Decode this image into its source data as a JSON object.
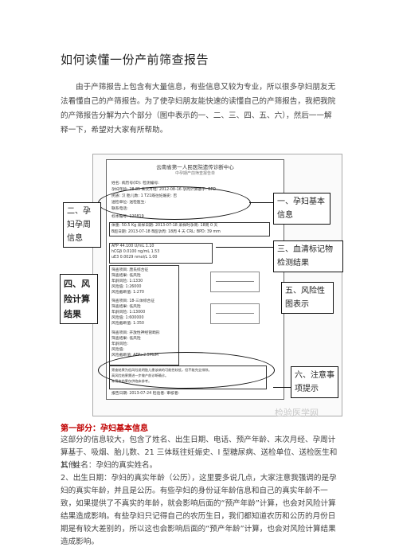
{
  "page_title": "如何读懂一份产前筛查报告",
  "intro": "由于产筛报告上包含有大量信息，有些信息又较为专业，所以很多孕妇朋友无法看懂自己的产筛报告。为了使孕妇朋友能快速的读懂自己的产筛报告，我把我院的产筛报告分解为六个部分（图中表示的一、二、三、四、五、六），然后一一解释一下，希望对大家有所帮助。",
  "report": {
    "hospital": "云南省第一人民医院遗传诊断中心",
    "subtitle": "中孕期产前筛查报告单",
    "lines": [
      "姓名:              病历号(ID):           检测编号:",
      "孕妇年龄:  28.85      末次月经:  2012-08-16       孕周计算基于:   BPD",
      "民族:   汉         胎儿数:     1         T21既往妊娠史:   否",
      "送检单位:                          送检医生:",
      "联系电话:",
      "标本编号:   120819",
      "体重:    50.5 Kg     采样日期:  2013-07-18     采样时孕周:  18周 0 天",
      "B超日期:  2013-07-18  B超孕周:   18周 4 天     CRL:        BPD:  39 mm",
      "AFP        44.100     U/mL       1.10",
      "hCGβ       0.0100     ng/mL      1.53",
      "uE3        0.0029     nmol/L     1.00",
      "筛查项目:        唐氏综合征",
      "筛查结果:        低风险",
      "年龄风险:        1:1330",
      "风险值:          1:26000",
      "风险截断值:      1:270",
      "筛查项目:        18-三体综合征",
      "筛查结果:        低风险",
      "年龄风险:        1:13000",
      "风险值:          1:600000",
      "风险截断值:      1:350",
      "筛查项目:        开放性神经管畸形",
      "筛查结果:        低风险",
      "年龄风险:",
      "风险值:",
      "风险截断值:      AFP≥2.5MoM",
      "报告日期:  2013-07-24     检验者:          审核者:"
    ],
    "footnote_1": "筛查结果为低风险说明胎儿患该病的可能性较低，但不能完全排除。",
    "footnote_2": "高风险结果需进一步做产前诊断确诊。",
    "footnote_3": "本筛查结果仅供临床参考。"
  },
  "callouts": {
    "c1": "一、孕妇基本信息",
    "c2": "二、孕妇孕周信息",
    "c3": "三、血清标记物检测结果",
    "c4": "四、风险计算结果",
    "c5": "五、风险性图表示",
    "c6": "六、注意事项提示"
  },
  "watermark": "检验医学网",
  "section1_heading": "第一部分：孕妇基本信息",
  "paragraphs": [
    "这部分的信息较大，包含了姓名、出生日期、电话、预产年龄、末次月经、孕周计算基于、吸烟、胎儿数、21 三体既往妊娠史、I 型糖尿病、送检单位、送检医生和其他。",
    "1、姓名：孕妇的真实姓名。",
    "2、出生日期：孕妇的真实年龄（公历），这里要多说几点，大家注意我强调的是孕妇的真实年龄，并且是公历。有些孕妇的身份证年龄信息和自己的真实年龄不一致，如果提供了不真实的年龄，就会影响后面的“预产年龄”计算，也会对风险计算结果造成影响。有些孕妇只记得自己的农历生日，我们都知道农历和公历的月份日期是有较大差别的，所以这也会影响后面的“预产年龄”计算，也会对风险计算结果造成影响。"
  ]
}
